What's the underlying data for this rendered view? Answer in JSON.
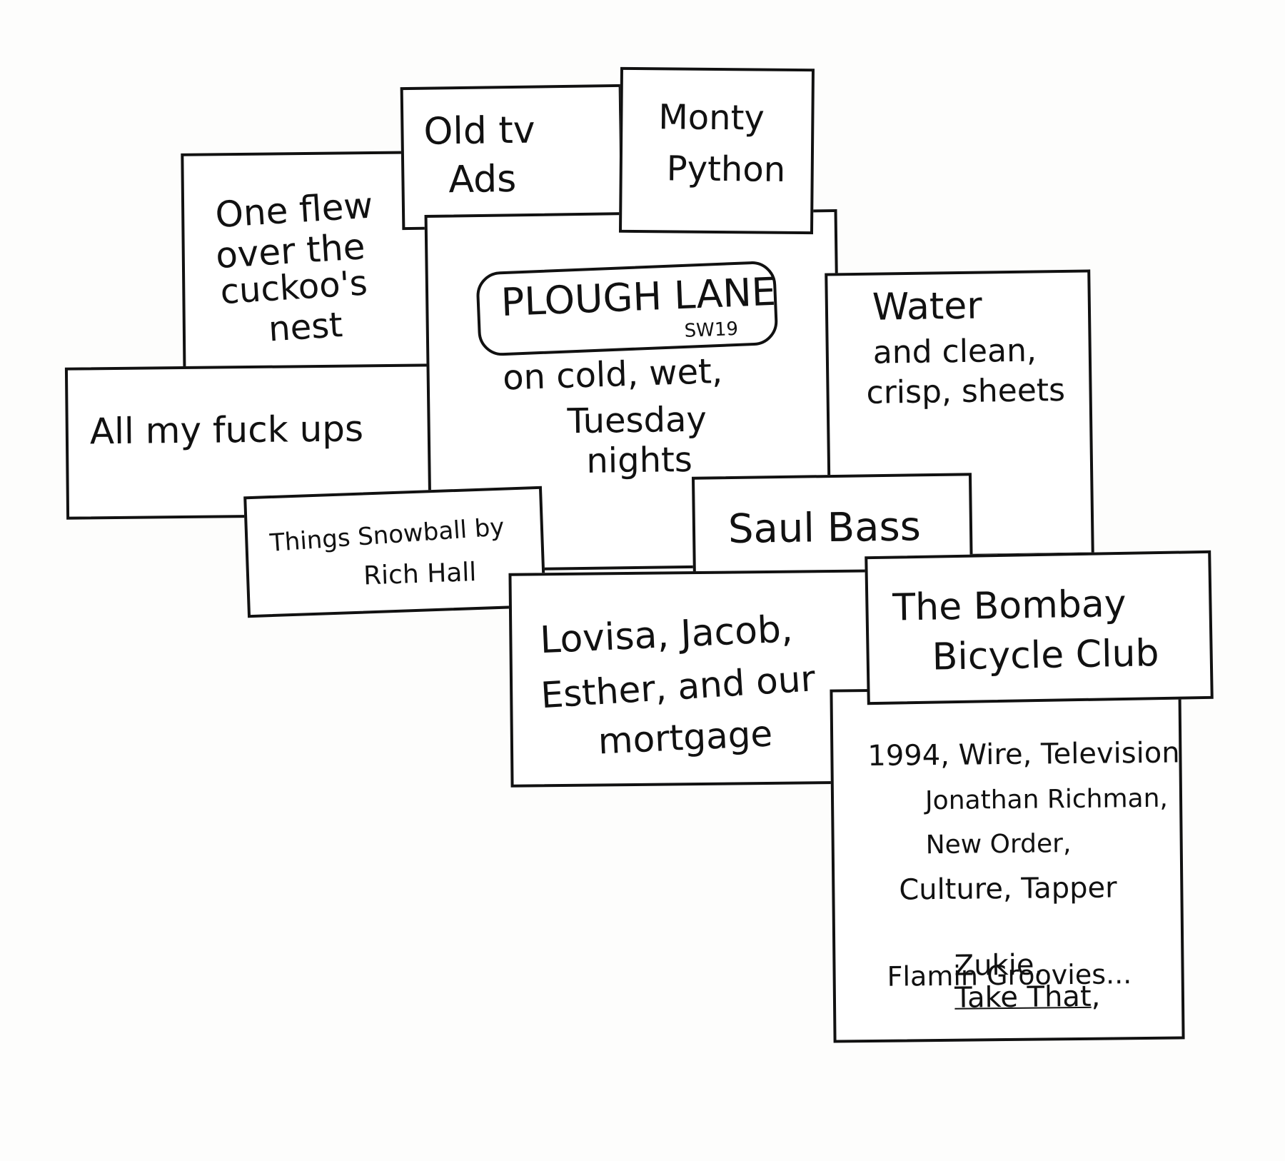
{
  "cards": {
    "cuckoo": {
      "lines": [
        "One flew",
        "over the",
        "cuckoo's",
        "nest"
      ]
    },
    "old_tv": {
      "lines": [
        "Old tv",
        "Ads"
      ]
    },
    "monty": {
      "lines": [
        "Monty",
        "Python"
      ]
    },
    "fuckups": {
      "text": "All my fuck ups"
    },
    "plough": {
      "sign_title": "PLOUGH LANE",
      "sign_sub": "SW19",
      "lines": [
        "on cold, wet,",
        "Tuesday",
        "nights"
      ]
    },
    "water": {
      "lines": [
        "Water",
        "and clean,",
        "crisp, sheets"
      ]
    },
    "snowball": {
      "lines": [
        "Things Snowball by",
        "Rich Hall"
      ]
    },
    "saul": {
      "text": "Saul Bass"
    },
    "lovisa": {
      "lines": [
        "Lovisa, Jacob,",
        "Esther, and our",
        "mortgage"
      ]
    },
    "bombay": {
      "lines": [
        "The Bombay",
        "Bicycle Club"
      ]
    },
    "music": {
      "line1": "1994, Wire, Television",
      "line2": "Jonathan Richman,",
      "line3": "New Order,",
      "line4": "Culture, Tapper",
      "line5_prefix": "Zukie,",
      "line5_struck": "Take That",
      "line5_suffix": ",",
      "line6": "Flamin Groovies..."
    }
  },
  "colors": {
    "ink": "#111111",
    "paper": "#ffffff",
    "background": "#fdfdfc"
  }
}
